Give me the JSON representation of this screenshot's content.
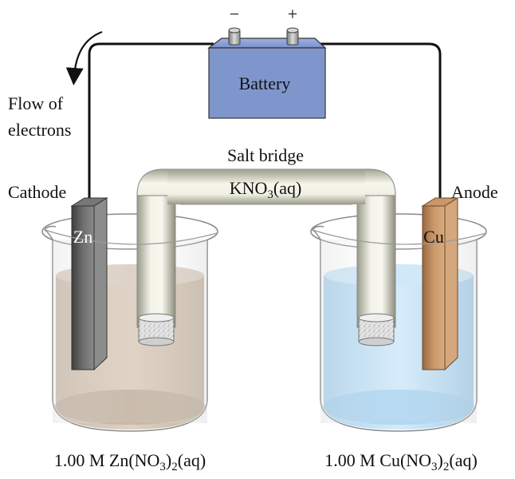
{
  "battery": {
    "label": "Battery",
    "minus_sign": "−",
    "plus_sign": "+",
    "color": "#7f96cc"
  },
  "flow": {
    "line1": "Flow of",
    "line2": "electrons"
  },
  "salt_bridge": {
    "title": "Salt bridge",
    "formula_prefix": "KNO",
    "formula_sub": "3",
    "formula_suffix": "(aq)"
  },
  "left_cell": {
    "electrode_role": "Cathode",
    "electrode_symbol": "Zn",
    "electrode_color": "#555555",
    "solution_color": "#cdbfae",
    "solution_label_prefix": "1.00 M Zn(NO",
    "solution_label_sub1": "3",
    "solution_label_mid": ")",
    "solution_label_sub2": "2",
    "solution_label_suffix": "(aq)"
  },
  "right_cell": {
    "electrode_role": "Anode",
    "electrode_symbol": "Cu",
    "electrode_color": "#b8865a",
    "solution_color": "#bfe0f5",
    "solution_label_prefix": "1.00 M Cu(NO",
    "solution_label_sub1": "3",
    "solution_label_mid": ")",
    "solution_label_sub2": "2",
    "solution_label_suffix": "(aq)"
  }
}
